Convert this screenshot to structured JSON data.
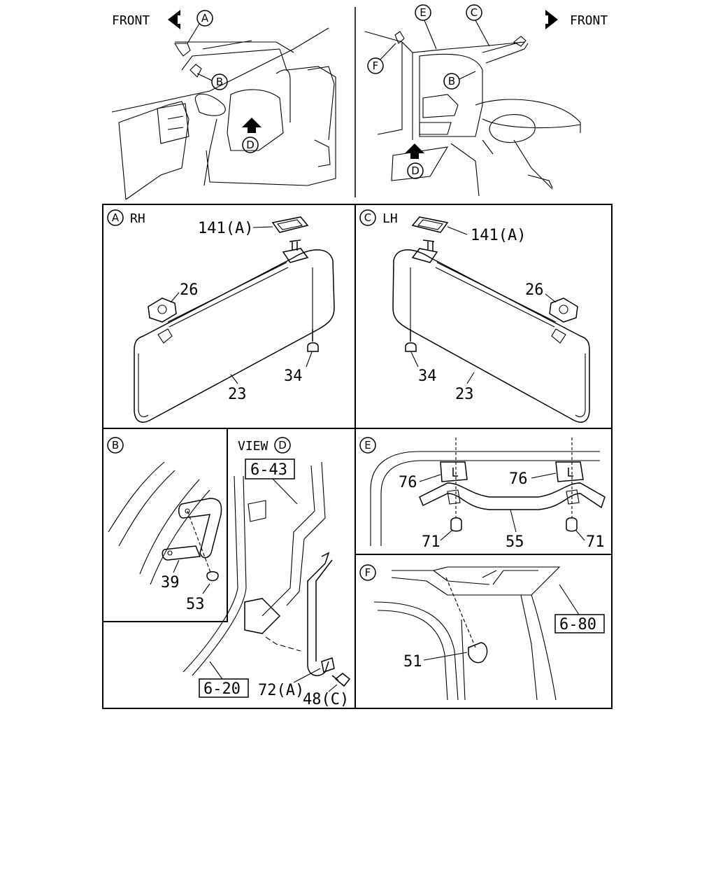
{
  "top_left": {
    "front_label": "FRONT",
    "callout_a": "A",
    "callout_b": "B",
    "callout_d": "D"
  },
  "top_right": {
    "front_label": "FRONT",
    "callout_e": "E",
    "callout_c": "C",
    "callout_f": "F",
    "callout_b": "B",
    "callout_d": "D"
  },
  "panel_a": {
    "circle": "A",
    "title": "RH",
    "part_141": "141(A)",
    "part_26": "26",
    "part_34": "34",
    "part_23": "23"
  },
  "panel_c": {
    "circle": "C",
    "title": "LH",
    "part_141": "141(A)",
    "part_26": "26",
    "part_34": "34",
    "part_23": "23"
  },
  "panel_b": {
    "circle": "B",
    "part_39": "39",
    "part_53": "53"
  },
  "panel_view_d": {
    "title_prefix": "VIEW",
    "circle": "D",
    "ref_643": "6-43",
    "ref_620": "6-20",
    "part_72": "72(A)",
    "part_48": "48(C)"
  },
  "panel_e": {
    "circle": "E",
    "part_76_left": "76",
    "part_76_right": "76",
    "part_71_left": "71",
    "part_71_right": "71",
    "part_55": "55"
  },
  "panel_f": {
    "circle": "F",
    "ref_680": "6-80",
    "part_51": "51"
  }
}
